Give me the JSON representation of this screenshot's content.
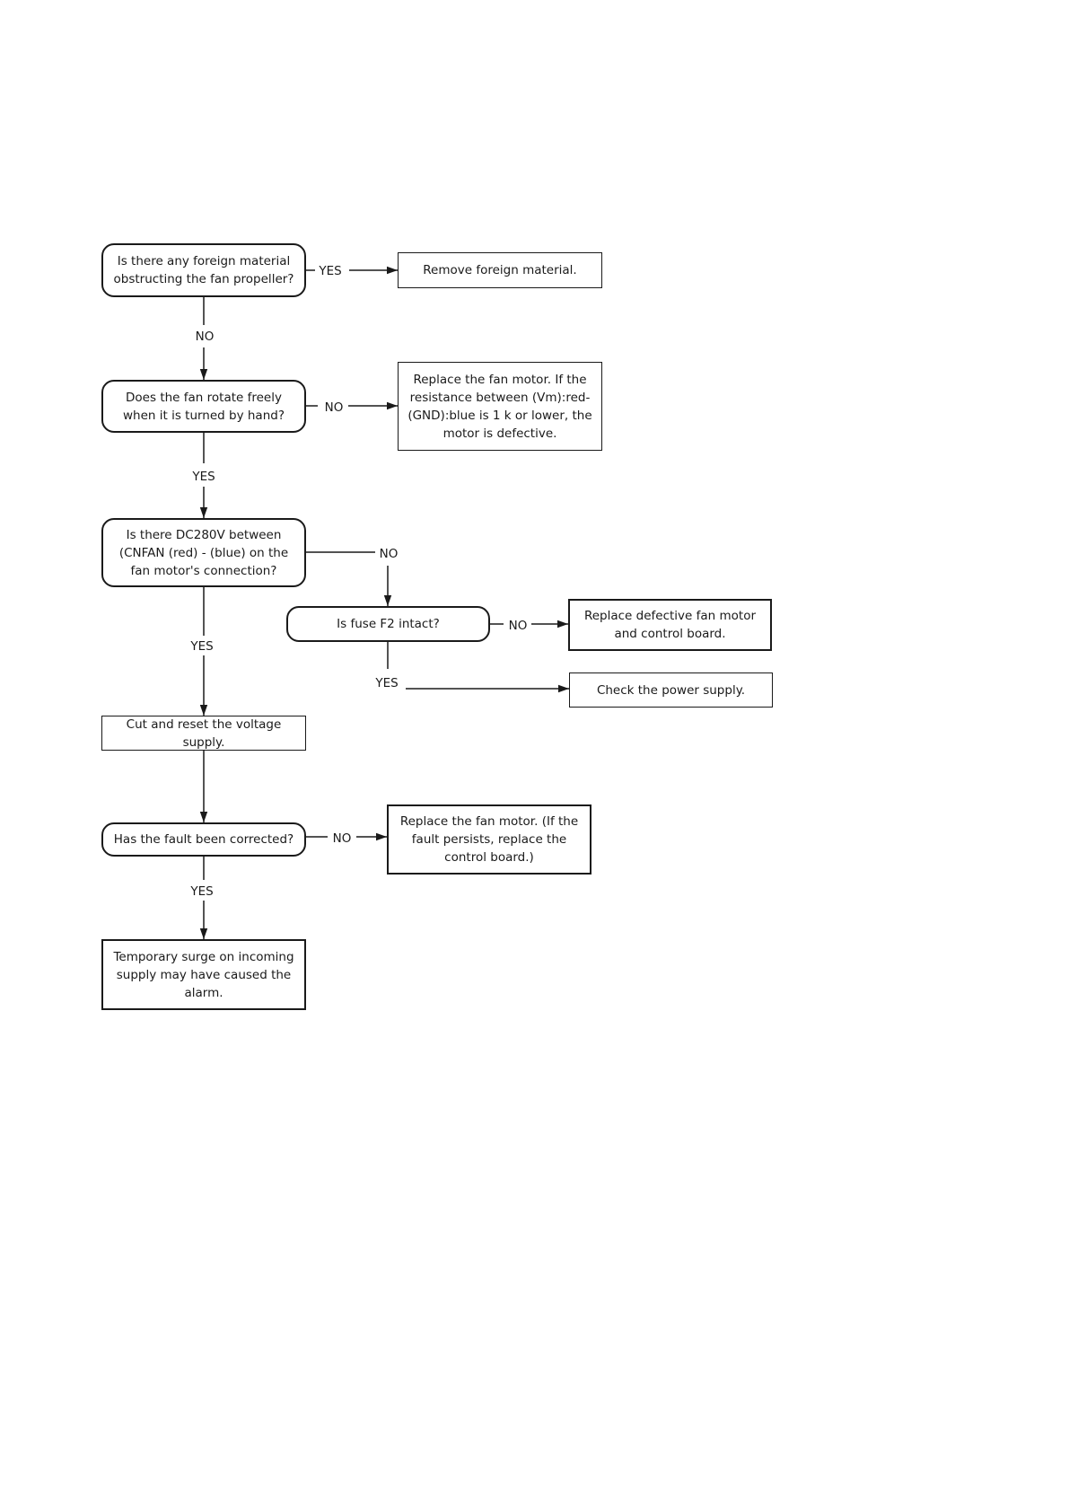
{
  "nodes": {
    "q_foreign_material": "Is there any foreign material obstructing the fan propeller?",
    "a_remove_material": "Remove foreign material.",
    "q_rotate_freely": "Does the fan rotate freely when it is turned by hand?",
    "a_replace_motor_resistance": "Replace the fan motor. If the resistance between (Vm):red-(GND):blue is 1 k    or lower, the motor is defective.",
    "q_dc280v": "Is there DC280V between (CNFAN (red) - (blue) on the fan motor's connection?",
    "q_fuse_f2": "Is fuse  F2 intact?",
    "a_replace_motor_board": "Replace defective fan motor and control board.",
    "a_check_power": "Check the power supply.",
    "a_cut_reset": "Cut and reset the voltage supply.",
    "q_fault_corrected": "Has the fault been corrected?",
    "a_replace_motor_fault": "Replace the fan motor. (If the fault persists, replace the control board.)",
    "a_temporary_surge": "Temporary surge on incoming supply may have caused the alarm."
  },
  "labels": {
    "yes": "YES",
    "no": "NO"
  }
}
